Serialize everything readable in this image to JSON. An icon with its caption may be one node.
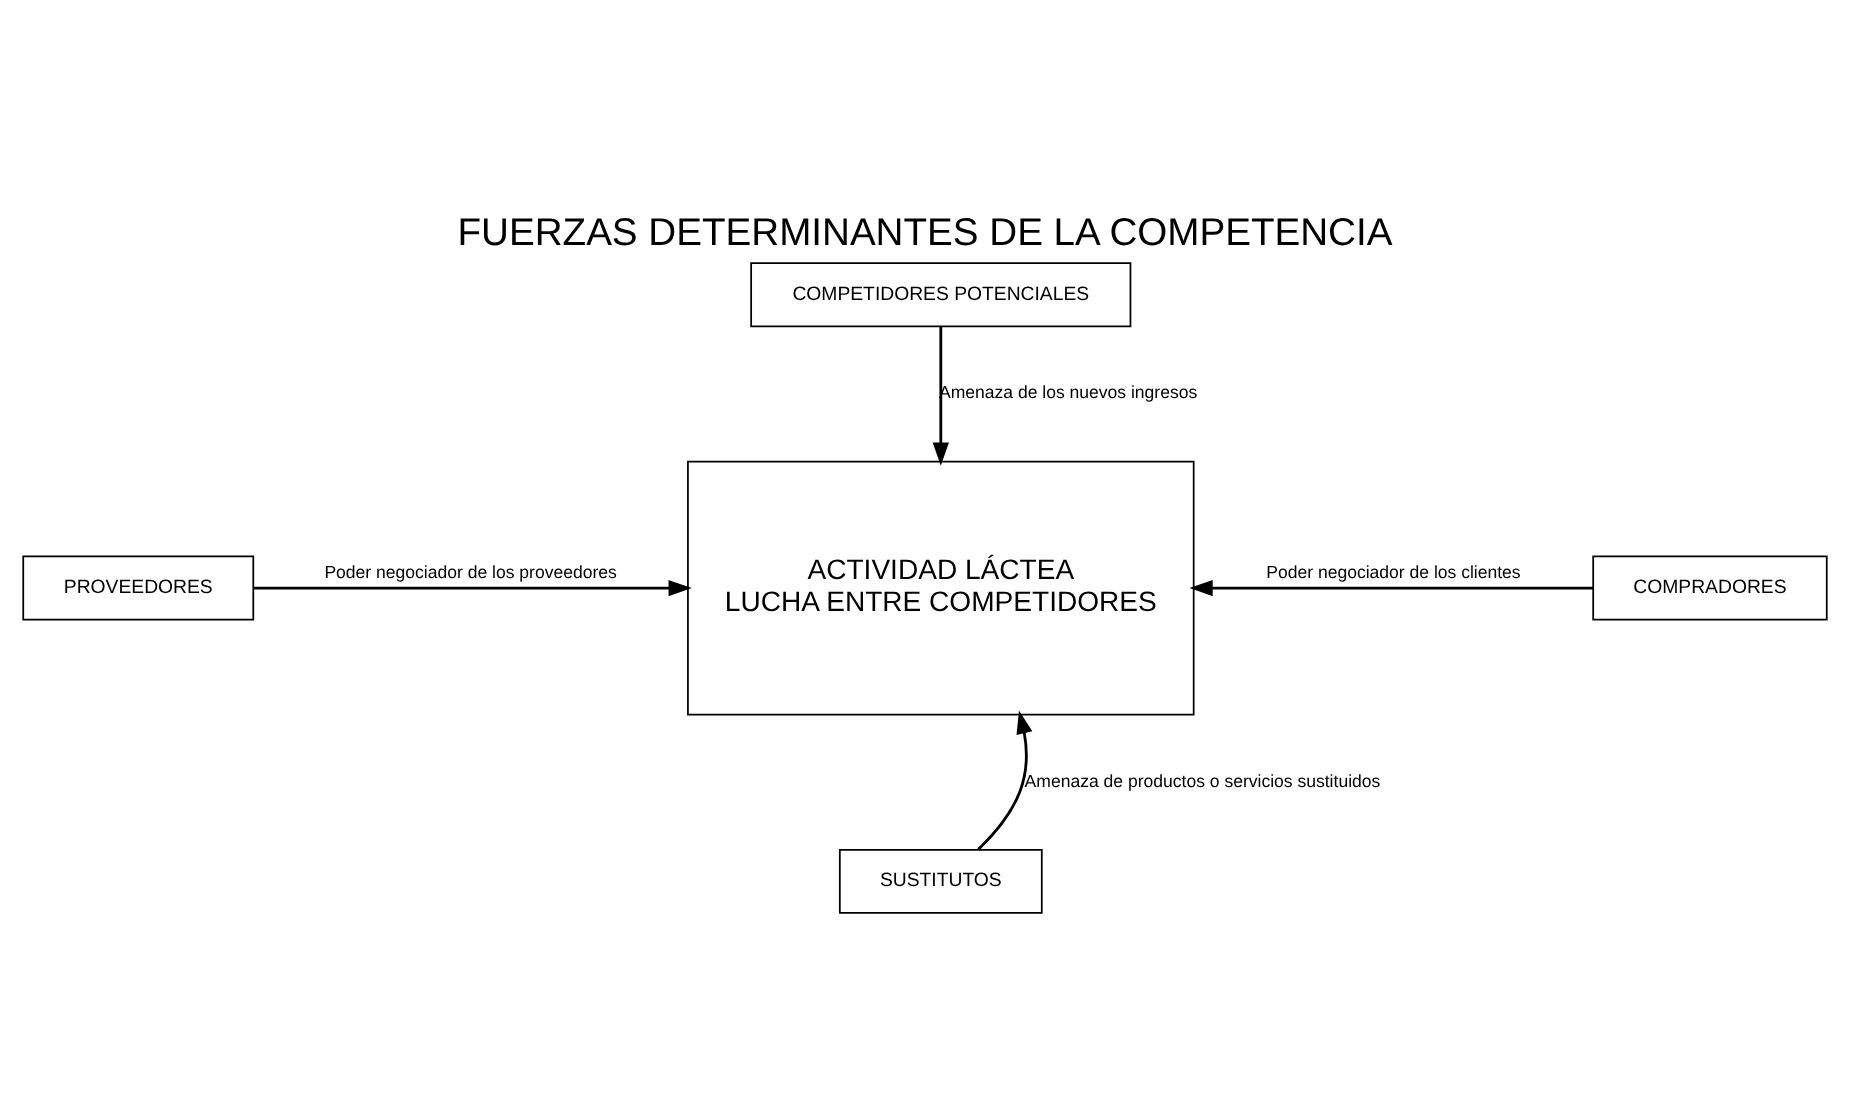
{
  "diagram": {
    "title": "FUERZAS DETERMINANTES DE LA COMPETENCIA",
    "nodes": [
      {
        "text": [
          "COMPETIDORES POTENCIALES"
        ]
      },
      {
        "text": [
          "PROVEEDORES"
        ]
      },
      {
        "text": [
          "ACTIVIDAD LÁCTEA",
          "LUCHA ENTRE COMPETIDORES"
        ]
      },
      {
        "text": [
          "COMPRADORES"
        ]
      },
      {
        "text": [
          "SUSTITUTOS"
        ]
      }
    ],
    "edges": [
      {
        "from": 0,
        "to": 2,
        "arrow": "to",
        "label": "Amenaza de los nuevos ingresos"
      },
      {
        "from": 1,
        "to": 2,
        "arrow": "to",
        "label": "Poder negociador de los proveedores"
      },
      {
        "from": 3,
        "to": 2,
        "arrow": "to",
        "label": "Poder negociador de los clientes"
      },
      {
        "from": 4,
        "to": 2,
        "arrow": "to",
        "label": "Amenaza de productos o servicios sustituidos"
      }
    ]
  }
}
